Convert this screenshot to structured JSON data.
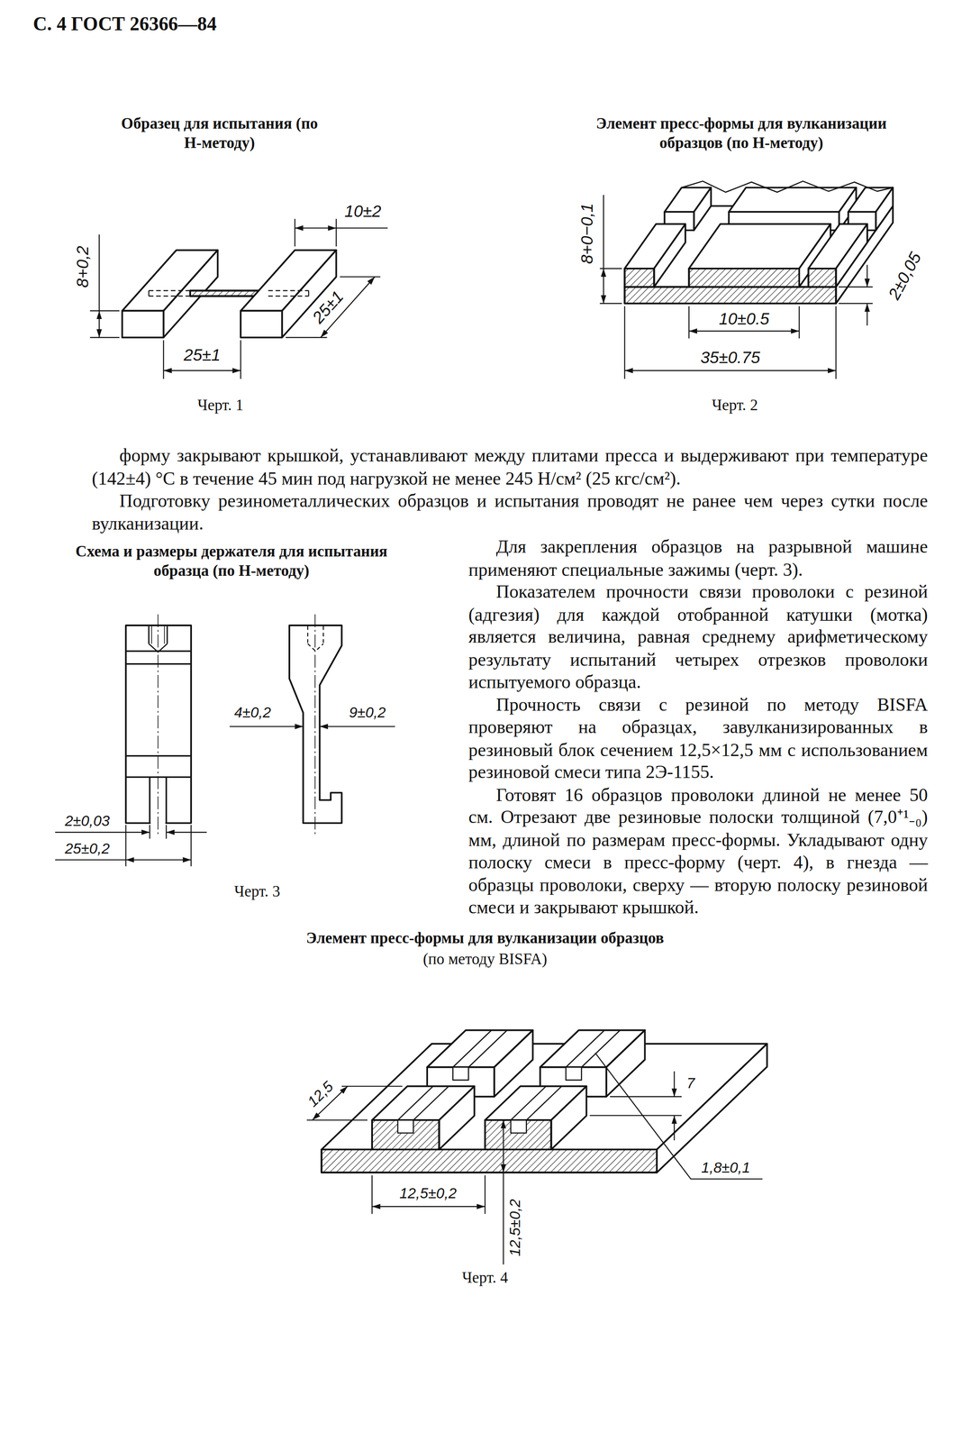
{
  "diagram": {
    "title": "С. 4 ГОСТ 26366—84",
    "labels": [
      "Образец для испытания (по Н-методу)",
      "Элемент пресс-формы для вулканизации образцов (по Н-методу)",
      "10±2",
      "8+0,2",
      "25±1",
      "25±1",
      "Черт. 1",
      "8+0−0,1",
      "2±0,05",
      "10±0.5",
      "35±0.75",
      "Черт. 2",
      "форму закрывают крышкой, устанавливают между плитами пресса и выдерживают при температуре (142±4) °С в течение 45 мин под нагрузкой не менее 245 Н/см² (25 кгс/см²).",
      "Подготовку резинометаллических образцов и испытания проводят не ранее чем через сутки после вулканизации.",
      "Схема и размеры держателя для испытания образца (по Н-методу)",
      "4±0,2",
      "9±0,2",
      "2±0,03",
      "25±0,2",
      "Черт. 3",
      "Для закрепления образцов на разрывной машине применяют специальные зажимы (черт. 3).",
      "Показателем прочности связи проволоки с резиной (адгезия) для каждой отобранной катушки (мотка) является величина, равная среднему арифметическому результату испытаний четырех отрезков проволоки испытуемого образца.",
      "Прочность связи с резиной по методу BISFA проверяют на образцах, завулканизированных в резиновый блок сечением 12,5×12,5 мм с использованием резиновой смеси типа 2Э-1155.",
      "Готовят 16 образцов проволоки длиной не менее 50 см. Отрезают две резиновые полоски толщиной (7,0⁺¹₋₀) мм, длиной по размерам пресс-формы. Укладывают одну полоску смеси в пресс-форму (черт. 4), в гнезда — образцы проволоки, сверху — вторую полоску резиновой смеси и закрывают крышкой.",
      "Элемент пресс-формы для вулканизации образцов",
      "(по методу BISFA)",
      "7",
      "12,5",
      "1,8±0,1",
      "12,5±0,2",
      "12,5±0,2",
      "Черт. 4"
    ]
  }
}
